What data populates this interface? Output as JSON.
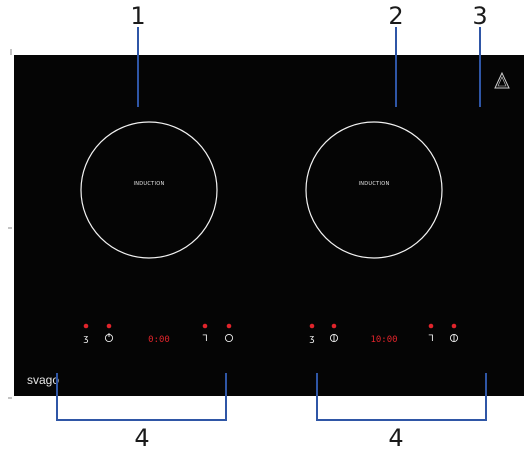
{
  "callouts": [
    "1",
    "2",
    "3",
    "4",
    "4"
  ],
  "burners": [
    {
      "label": "INDUCTION"
    },
    {
      "label": "INDUCTION"
    }
  ],
  "control_panels": [
    {
      "timer_display": "0:00"
    },
    {
      "timer_display": "10:00"
    }
  ],
  "brand": "svago",
  "colors": {
    "glass": "#050505",
    "burner_ring": "#f2f2f2",
    "indicator": "#e0242b",
    "leader_line": "#2f56a6"
  },
  "icons": [
    "warning-triangle-icon",
    "minus-icon",
    "power-icon",
    "plus-icon"
  ]
}
